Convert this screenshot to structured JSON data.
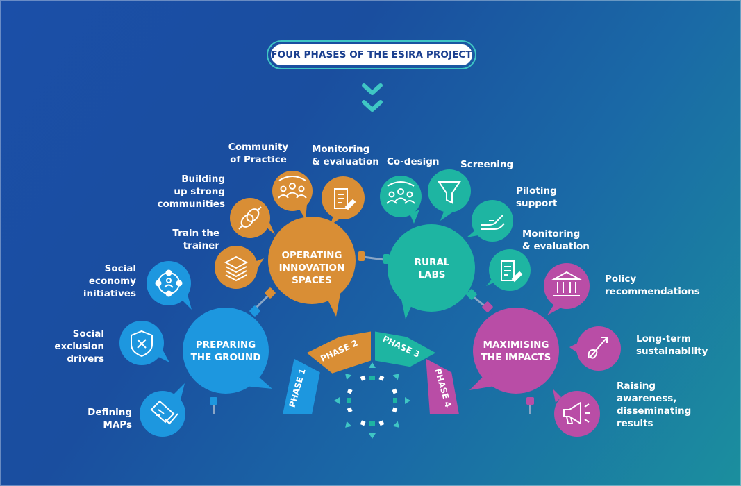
{
  "title": "FOUR PHASES OF THE ESIRA PROJECT",
  "colors": {
    "phase1": "#1d97df",
    "phase2": "#d98e35",
    "phase3": "#1eb5a2",
    "phase4": "#b94da6",
    "accent": "#3fc6c4",
    "title_text": "#1a3f8f"
  },
  "phases": {
    "preparing": {
      "hub": "PREPARING\nTHE GROUND",
      "arc": "PHASE 1",
      "items": [
        {
          "label": "Social\neconomy\ninitiatives",
          "icon": "network-person-icon"
        },
        {
          "label": "Social\nexclusion\ndrivers",
          "icon": "shield-x-icon"
        },
        {
          "label": "Defining\nMAPs",
          "icon": "map-check-icon"
        }
      ]
    },
    "operating": {
      "hub": "OPERATING\nINNOVATION\nSPACES",
      "arc": "PHASE 2",
      "items": [
        {
          "label": "Train the\ntrainer",
          "icon": "stack-layers-icon"
        },
        {
          "label": "Building\nup strong\ncommunities",
          "icon": "knot-icon"
        },
        {
          "label": "Community\nof Practice",
          "icon": "group-people-icon"
        },
        {
          "label": "Monitoring\n& evaluation",
          "icon": "document-edit-icon"
        }
      ]
    },
    "rural": {
      "hub": "RURAL\nLABS",
      "arc": "PHASE 3",
      "items": [
        {
          "label": "Co-design",
          "icon": "group-people-icon"
        },
        {
          "label": "Screening",
          "icon": "funnel-icon"
        },
        {
          "label": "Piloting\nsupport",
          "icon": "hand-support-icon"
        },
        {
          "label": "Monitoring\n& evaluation",
          "icon": "document-edit-icon"
        }
      ]
    },
    "maximising": {
      "hub": "MAXIMISING\nTHE IMPACTS",
      "arc": "PHASE 4",
      "items": [
        {
          "label": "Policy\nrecommendations",
          "icon": "institution-icon"
        },
        {
          "label": "Long-term\nsustainability",
          "icon": "growth-arrow-icon"
        },
        {
          "label": "Raising\nawareness,\ndisseminating\nresults",
          "icon": "megaphone-icon"
        }
      ]
    }
  }
}
